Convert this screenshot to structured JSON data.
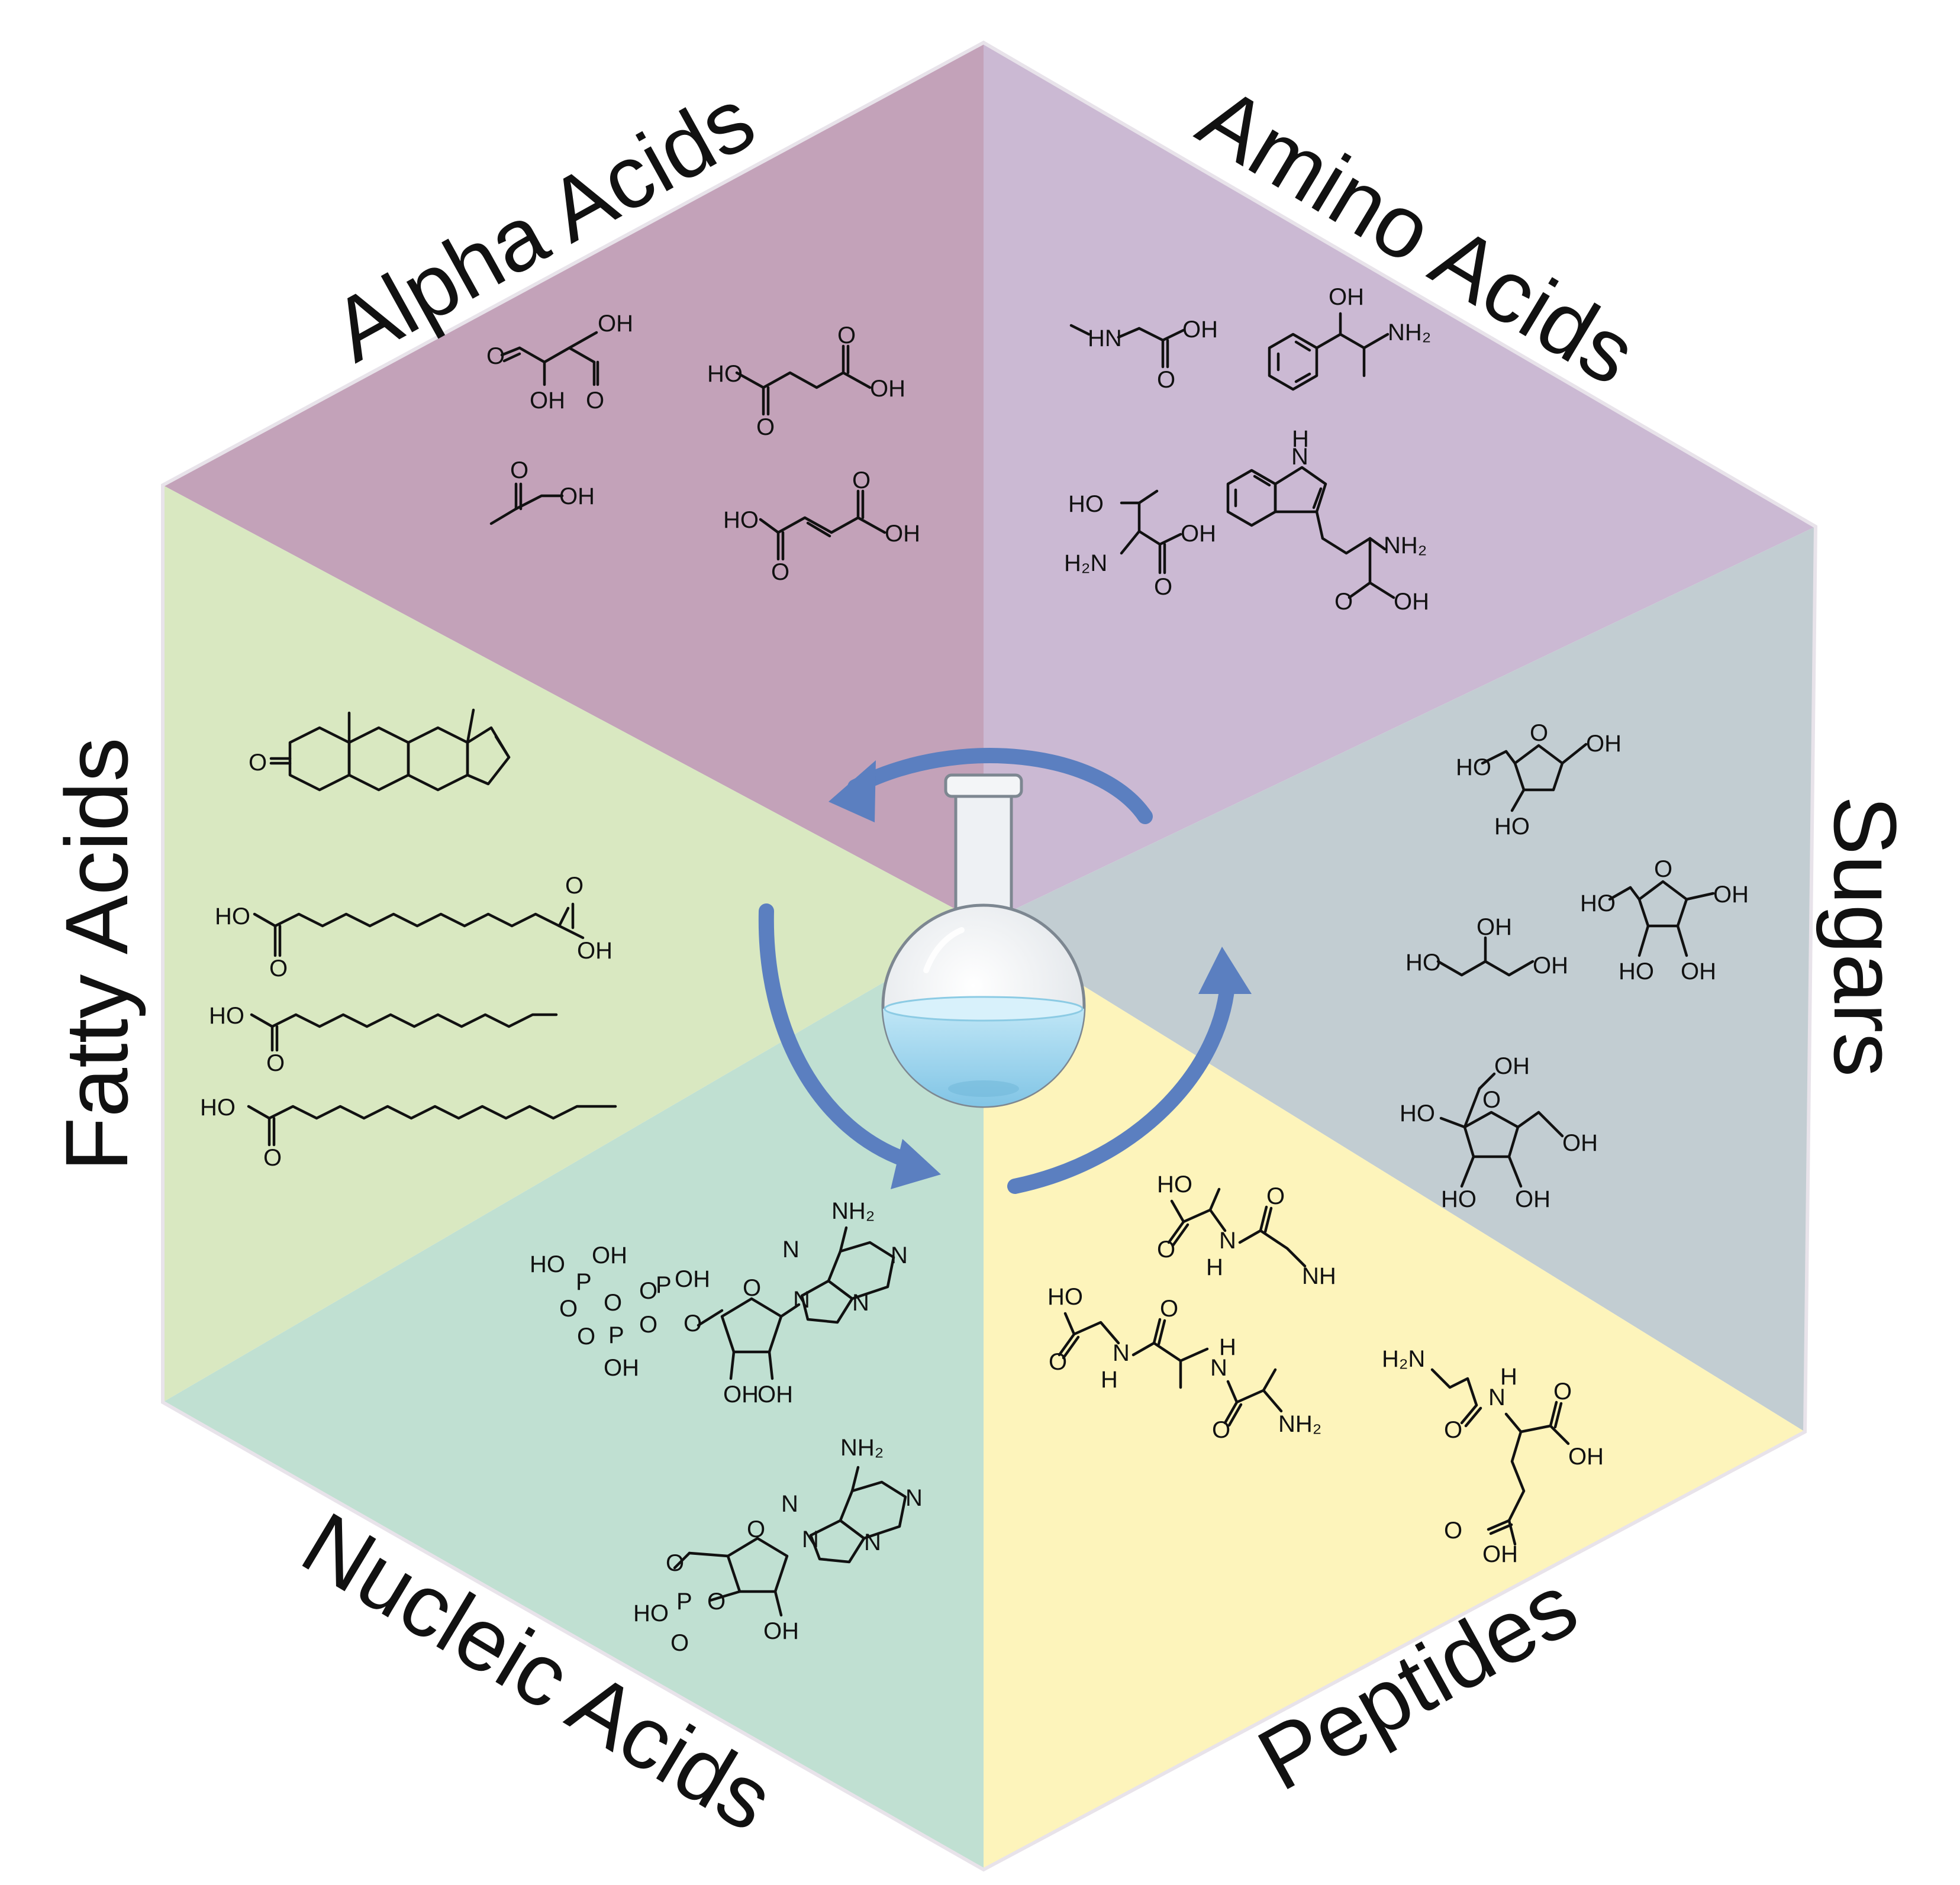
{
  "sections": [
    {
      "id": "alpha",
      "label": "Alpha Acids",
      "color": "#c3a2b9"
    },
    {
      "id": "amino",
      "label": "Amino Acids",
      "color": "#cbb9d3"
    },
    {
      "id": "sugars",
      "label": "Sugars",
      "color": "#c2cdd2"
    },
    {
      "id": "peptides",
      "label": "Peptides",
      "color": "#fdf4bb"
    },
    {
      "id": "nucleic",
      "label": "Nucleic Acids",
      "color": "#c0e0d2"
    },
    {
      "id": "fatty",
      "label": "Fatty Acids",
      "color": "#d9e8c1"
    }
  ],
  "center_icon": "round-bottom-flask-icon",
  "cycle_arrows": [
    "curved-arrow-icon",
    "curved-arrow-icon",
    "curved-arrow-icon"
  ],
  "arrow_color": "#5b7fc0",
  "labels": {
    "OH": "OH",
    "HO": "HO",
    "O": "O",
    "NH2": "NH₂",
    "H2N": "H₂N",
    "HN": "HN",
    "NH": "NH",
    "H": "H",
    "N": "N",
    "P": "P",
    "HOOH": "HO",
    "NHdot": "NH"
  }
}
